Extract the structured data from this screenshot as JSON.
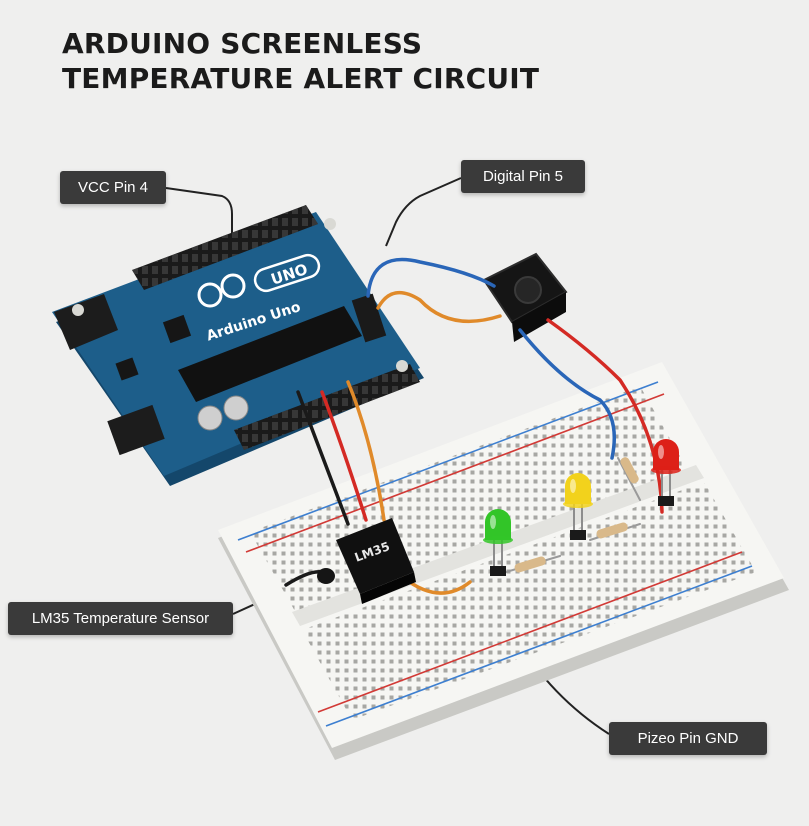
{
  "title": {
    "line1": "ARDUINO SCREENLESS",
    "line2": "TEMPERATURE ALERT CIRCUIT"
  },
  "board": {
    "brand_badge": "UNO",
    "name": "Arduino Uno",
    "color": "#1d5e8a"
  },
  "sensor": {
    "marking": "LM35"
  },
  "callouts": {
    "vcc": "VCC Pin 4",
    "digital": "Digital Pin 5",
    "sensor": "LM35 Temperature Sensor",
    "piezo": "Pizeo Pin GND"
  },
  "leds": [
    {
      "name": "green-led",
      "color": "#32c528"
    },
    {
      "name": "yellow-led",
      "color": "#f2d21c"
    },
    {
      "name": "red-led",
      "color": "#dd2018"
    }
  ],
  "wire_colors": {
    "black": "#1a1a1a",
    "blue": "#2a66b8",
    "orange": "#e08a2a",
    "red": "#d42a24"
  }
}
